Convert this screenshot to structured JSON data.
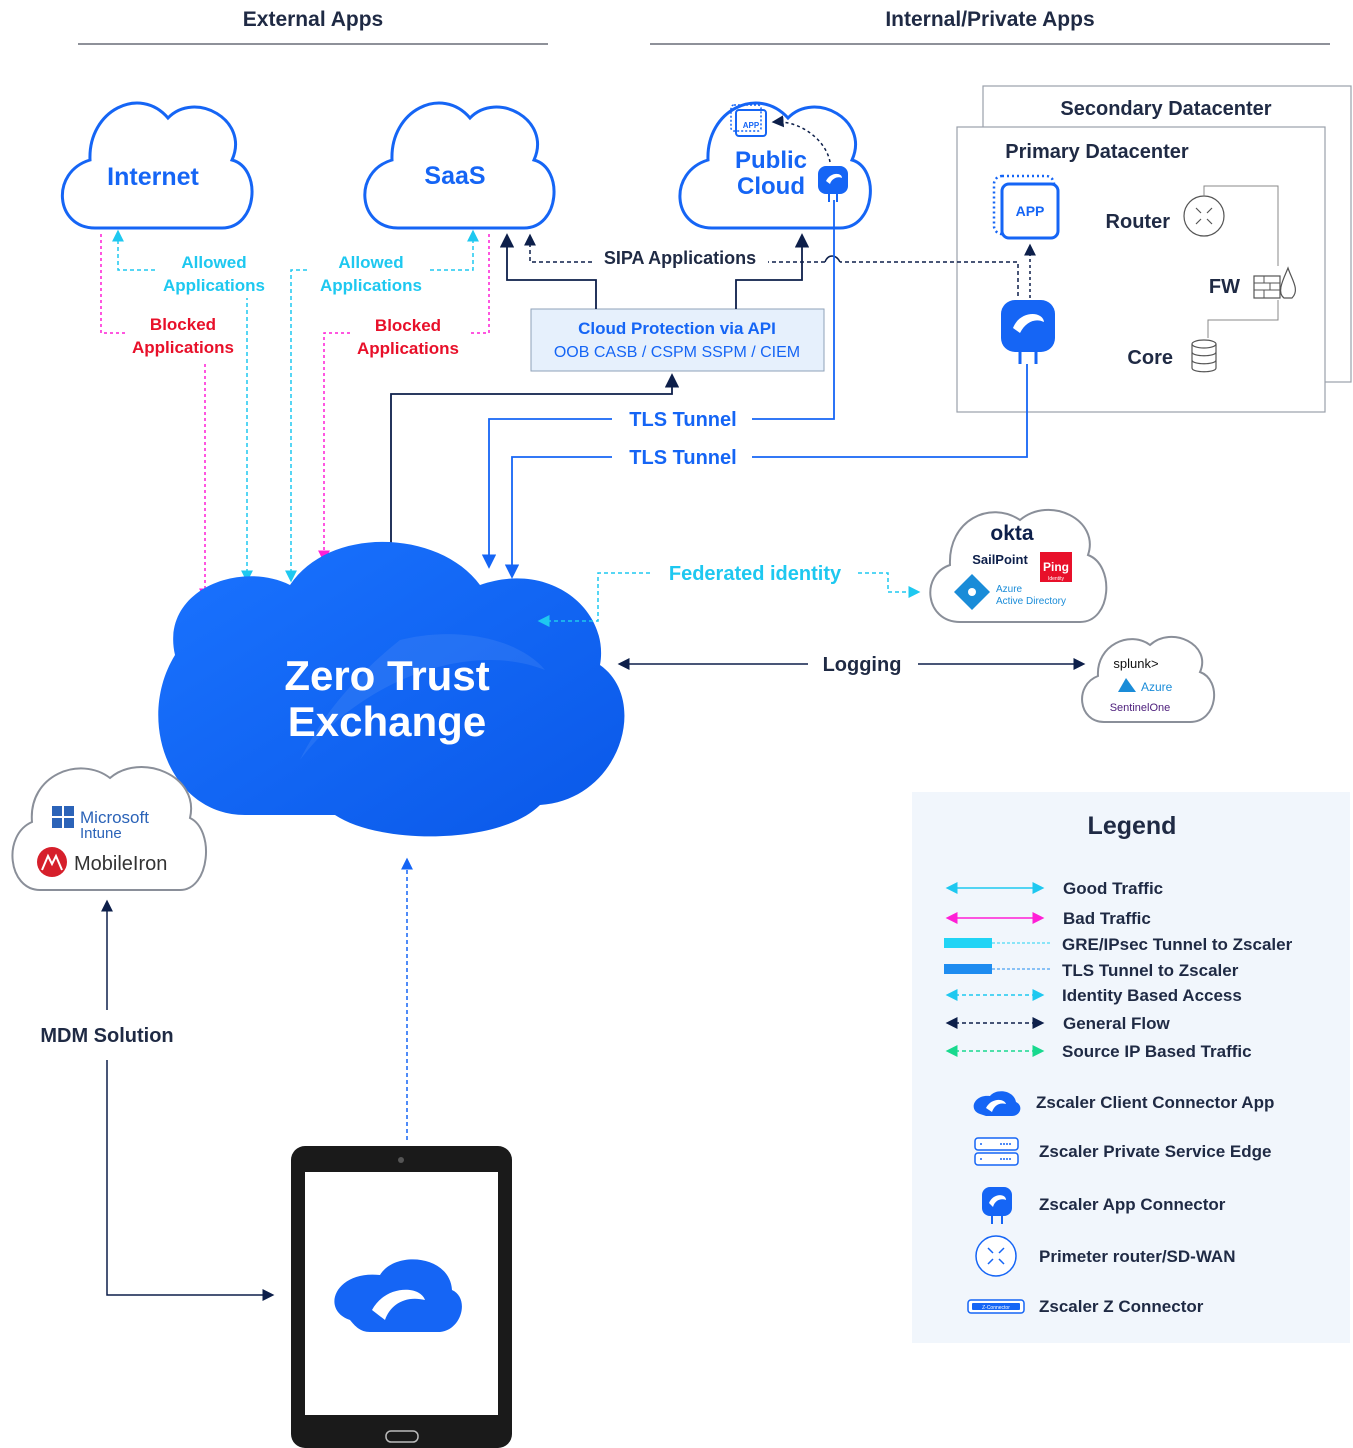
{
  "header": {
    "external": "External Apps",
    "internal": "Internal/Private Apps"
  },
  "clouds": {
    "internet": "Internet",
    "saas": "SaaS",
    "public_line1": "Public",
    "public_line2": "Cloud",
    "ztx_line1": "Zero Trust",
    "ztx_line2": "Exchange"
  },
  "labels": {
    "allowed_1": "Allowed",
    "allowed_2": "Applications",
    "blocked_1": "Blocked",
    "blocked_2": "Applications",
    "sipa": "SIPA Applications",
    "cloud_protection": "Cloud Protection via API",
    "cloud_protection_sub": "OOB CASB / CSPM SSPM / CIEM",
    "tls1": "TLS Tunnel",
    "tls2": "TLS Tunnel",
    "federated": "Federated identity",
    "logging": "Logging",
    "mdm": "MDM Solution",
    "app_badge": "APP"
  },
  "datacenter": {
    "secondary": "Secondary Datacenter",
    "primary": "Primary Datacenter",
    "router": "Router",
    "fw": "FW",
    "core": "Core"
  },
  "identity_providers": {
    "okta": "okta",
    "sailpoint": "SailPoint",
    "ping": "Ping",
    "ping_sub": "Identity",
    "azure_ad_1": "Azure",
    "azure_ad_2": "Active Directory"
  },
  "logging_providers": {
    "splunk": "splunk>",
    "azure": "Azure",
    "sentinel": "SentinelOne"
  },
  "mdm_providers": {
    "ms_1": "Microsoft",
    "ms_2": "Intune",
    "mobileiron": "MobileIron"
  },
  "legend": {
    "title": "Legend",
    "items": [
      {
        "label": "Good Traffic",
        "color": "#1ec8f0"
      },
      {
        "label": "Bad Traffic",
        "color": "#ff1fd6"
      },
      {
        "label": "GRE/IPsec Tunnel to Zscaler",
        "color": "#21d4f5"
      },
      {
        "label": "TLS Tunnel to Zscaler",
        "color": "#1e8cf0"
      },
      {
        "label": "Identity Based Access",
        "color": "#1ec8f0"
      },
      {
        "label": "General Flow",
        "color": "#0d1f4a"
      },
      {
        "label": "Source IP Based Traffic",
        "color": "#18d98e"
      },
      {
        "label": "Zscaler Client Connector App",
        "icon": "client-connector-icon"
      },
      {
        "label": "Zscaler Private Service Edge",
        "icon": "service-edge-icon"
      },
      {
        "label": "Zscaler App Connector",
        "icon": "app-connector-icon"
      },
      {
        "label": "Primeter router/SD-WAN",
        "icon": "router-icon"
      },
      {
        "label": "Zscaler Z Connector",
        "icon": "z-connector-icon",
        "badge": "Z-Connector"
      }
    ]
  },
  "colors": {
    "brand_blue": "#1565f5",
    "navy": "#0d1f4a",
    "cyan": "#1ec8f0",
    "magenta": "#ff1fd6",
    "red": "#e8102a"
  }
}
